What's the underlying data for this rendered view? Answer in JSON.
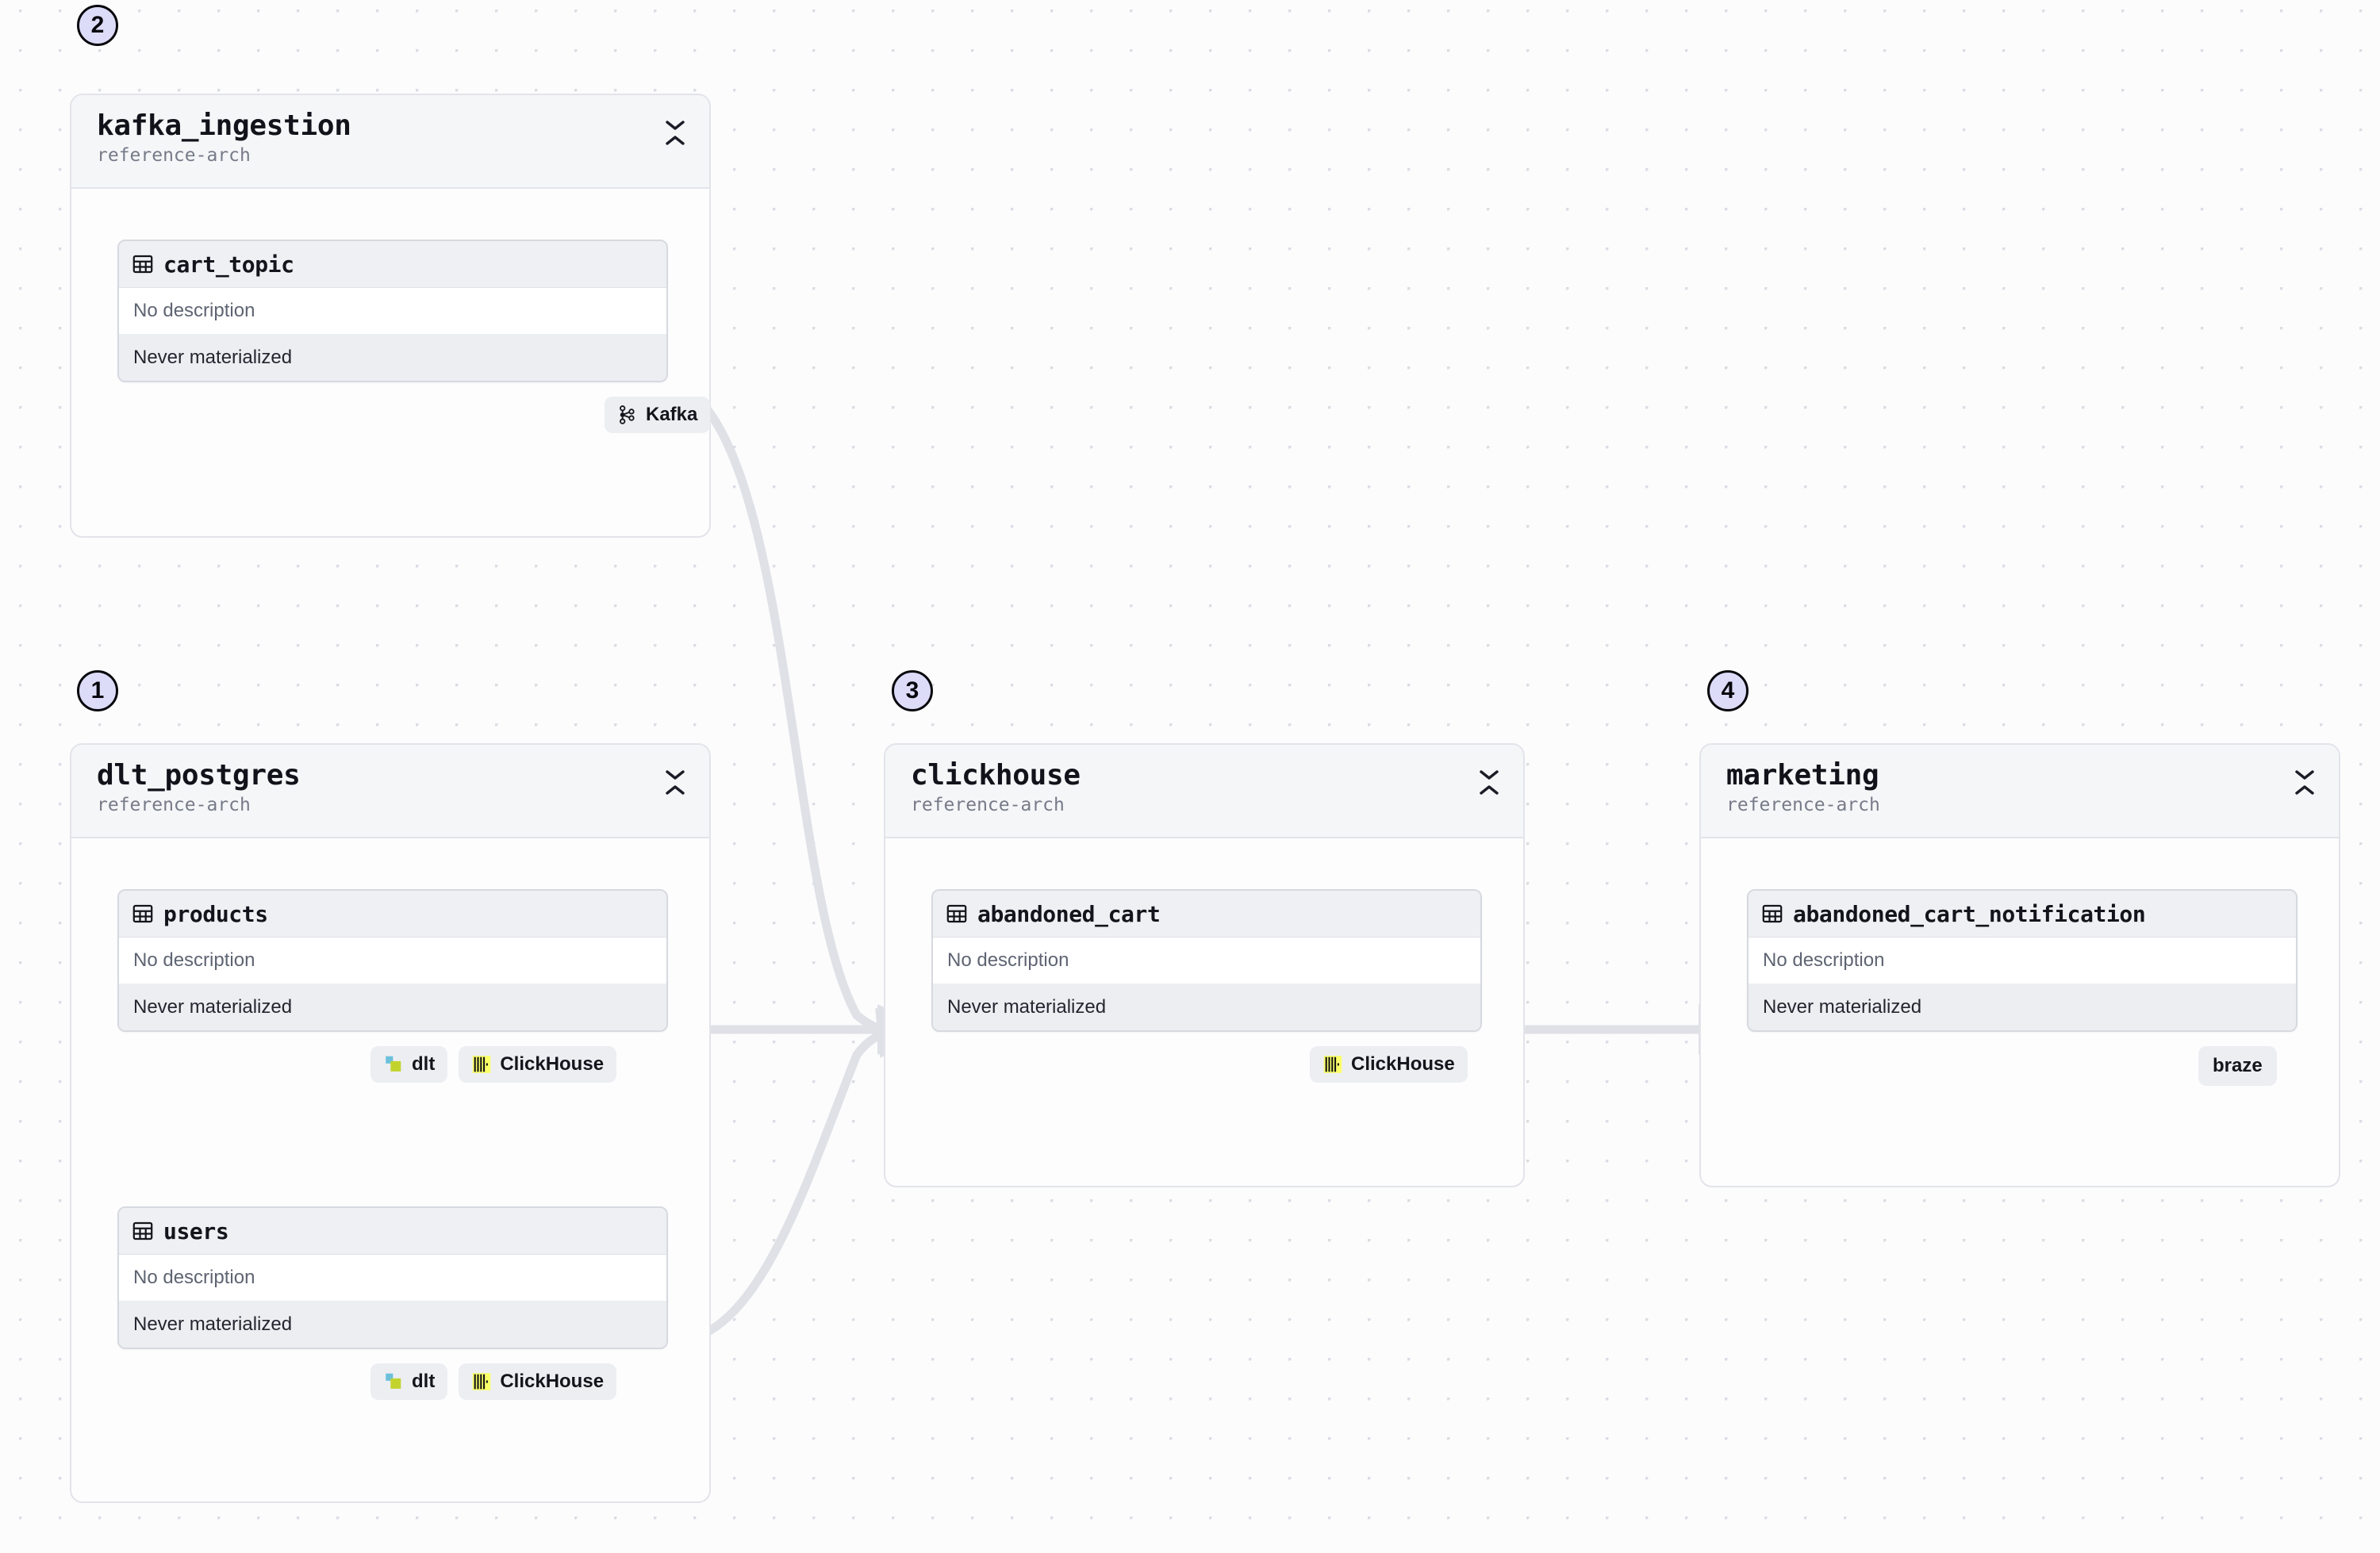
{
  "canvas": {
    "background_color": "#fcfcfd",
    "dot_grid_color": "#dcdde4",
    "edge_color": "#dfe1e7",
    "accent_badge_fill": "#dddcf8",
    "accent_badge_border": "#07070c"
  },
  "nodes": [
    {
      "id": "kafka_ingestion",
      "step": "2",
      "title": "kafka_ingestion",
      "subtitle": "reference-arch",
      "collapse_icon": "collapse-vertical-icon",
      "tables": [
        {
          "name": "cart_topic",
          "icon": "table-icon",
          "description": "No description",
          "status": "Never materialized"
        }
      ],
      "badges": [
        {
          "label": "Kafka",
          "icon": "kafka-icon"
        }
      ]
    },
    {
      "id": "dlt_postgres",
      "step": "1",
      "title": "dlt_postgres",
      "subtitle": "reference-arch",
      "collapse_icon": "collapse-vertical-icon",
      "tables": [
        {
          "name": "products",
          "icon": "table-icon",
          "description": "No description",
          "status": "Never materialized"
        },
        {
          "name": "users",
          "icon": "table-icon",
          "description": "No description",
          "status": "Never materialized"
        }
      ],
      "badges_products": [
        {
          "label": "dlt",
          "icon": "dlt-icon"
        },
        {
          "label": "ClickHouse",
          "icon": "clickhouse-icon"
        }
      ],
      "badges_users": [
        {
          "label": "dlt",
          "icon": "dlt-icon"
        },
        {
          "label": "ClickHouse",
          "icon": "clickhouse-icon"
        }
      ]
    },
    {
      "id": "clickhouse",
      "step": "3",
      "title": "clickhouse",
      "subtitle": "reference-arch",
      "collapse_icon": "collapse-vertical-icon",
      "tables": [
        {
          "name": "abandoned_cart",
          "icon": "table-icon",
          "description": "No description",
          "status": "Never materialized"
        }
      ],
      "badges": [
        {
          "label": "ClickHouse",
          "icon": "clickhouse-icon"
        }
      ]
    },
    {
      "id": "marketing",
      "step": "4",
      "title": "marketing",
      "subtitle": "reference-arch",
      "collapse_icon": "collapse-vertical-icon",
      "tables": [
        {
          "name": "abandoned_cart_notification",
          "icon": "table-icon",
          "description": "No description",
          "status": "Never materialized"
        }
      ],
      "badges": [
        {
          "label": "braze",
          "icon": "braze-wordmark"
        }
      ]
    }
  ],
  "edges": [
    {
      "from": "cart_topic",
      "to": "abandoned_cart",
      "style": "curved"
    },
    {
      "from": "products",
      "to": "abandoned_cart",
      "style": "straight"
    },
    {
      "from": "users",
      "to": "abandoned_cart",
      "style": "curved"
    },
    {
      "from": "abandoned_cart",
      "to": "abandoned_cart_notification",
      "style": "straight"
    }
  ]
}
